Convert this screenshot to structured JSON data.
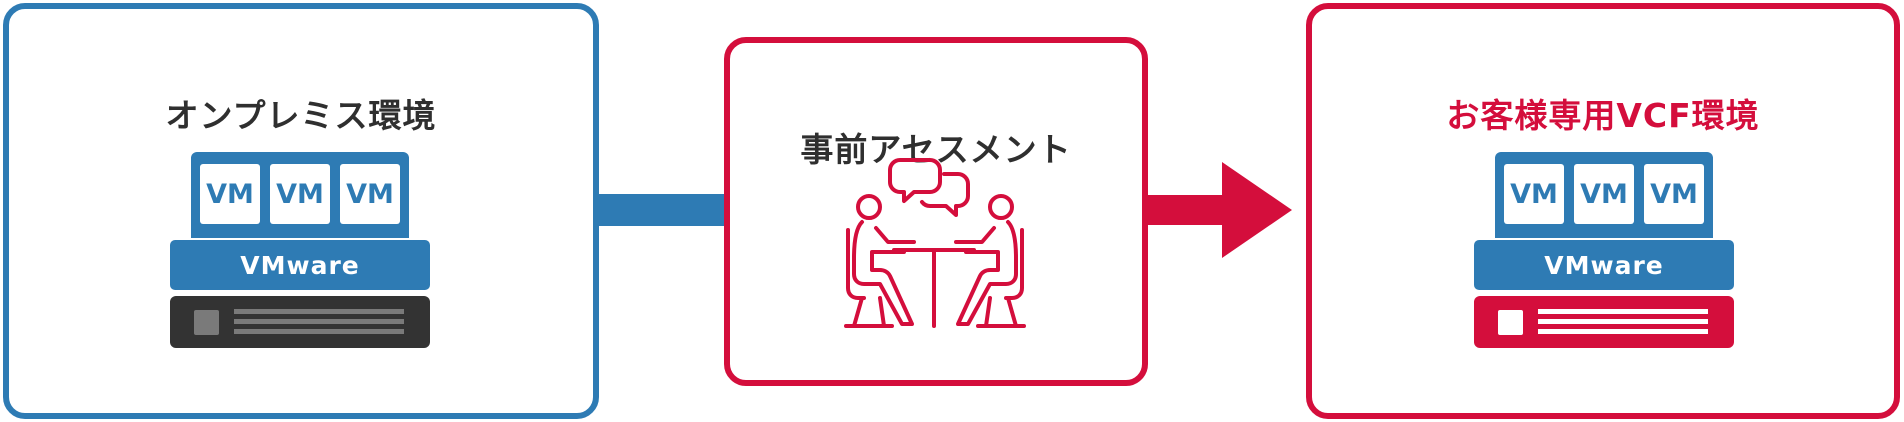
{
  "colors": {
    "blue": "#2e7bb4",
    "red": "#d40e3c",
    "dark": "#333333",
    "text": "#2f2f2f"
  },
  "onprem": {
    "title": "オンプレミス環境",
    "vm_labels": [
      "VM",
      "VM",
      "VM"
    ],
    "platform_label": "VMware"
  },
  "assessment": {
    "title": "事前アセスメント",
    "icon": "meeting-icon"
  },
  "vcf": {
    "title": "お客様専用VCF環境",
    "vm_labels": [
      "VM",
      "VM",
      "VM"
    ],
    "platform_label": "VMware"
  },
  "flow": {
    "connector": "line",
    "arrow": "arrow-right-icon"
  }
}
